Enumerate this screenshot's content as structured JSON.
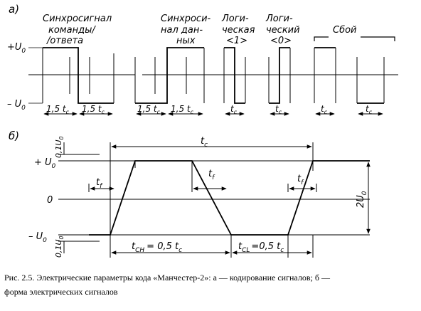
{
  "panel_a": {
    "label": "а)",
    "plus_label": "+U",
    "minus_label": "– U",
    "zero_sub": "0",
    "titles": {
      "sync_cmd_1": "Синхросигнал",
      "sync_cmd_2": "команды/",
      "sync_cmd_3": "/ответа",
      "sync_data_1": "Синхроси-",
      "sync_data_2": "нал дан-",
      "sync_data_3": "ных",
      "logic1_1": "Логи-",
      "logic1_2": "ческая",
      "logic1_3": "<1>",
      "logic0_1": "Логи-",
      "logic0_2": "ческий",
      "logic0_3": "<0>",
      "failure": "Сбой"
    },
    "durations": {
      "d15": "1,5 t",
      "tc": "t",
      "sub_c": "c"
    }
  },
  "panel_b": {
    "label": "б)",
    "plus_label": "+ U",
    "minus_label": "– U",
    "zero_label": "0",
    "zero_sub": "0",
    "tenth": "0,1U",
    "tc": "t",
    "tc_sub": "c",
    "tf": "t",
    "tf_sub": "f",
    "two_u": "2U",
    "tch_pre": "t",
    "tch_sub": "CH",
    "tch_eq": "= 0,5 t",
    "tcl_pre": "t",
    "tcl_sub": "CL",
    "tcl_eq": "=0,5 t"
  },
  "caption": {
    "line1": "Рис. 2.5. Электрические параметры кода «Манчестер-2»: а — кодирование сигналов; б —",
    "line2": "форма электрических сигналов"
  }
}
